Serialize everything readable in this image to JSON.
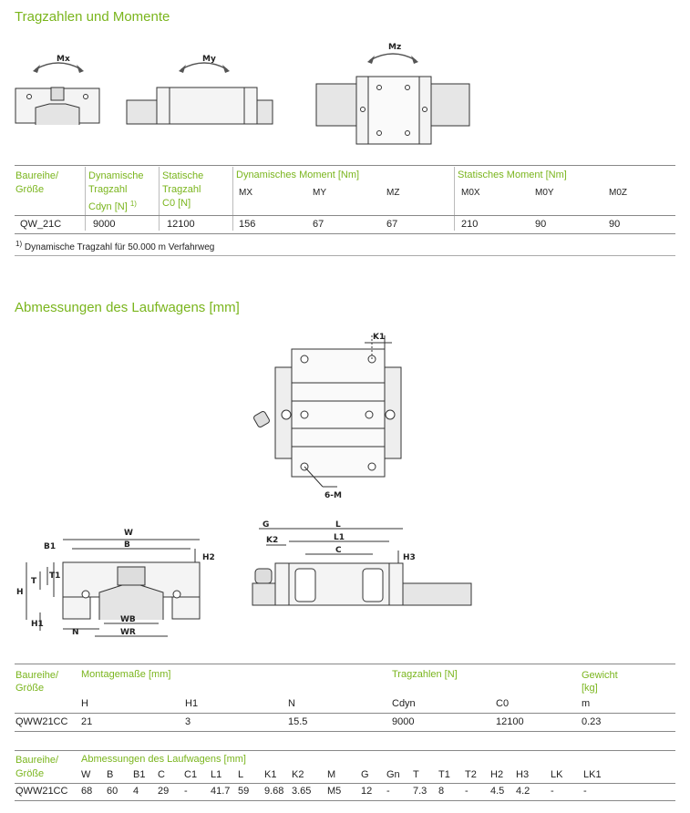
{
  "section1": {
    "title": "Tragzahlen und Momente"
  },
  "diagram1": {
    "labels": [
      "Mx",
      "My",
      "Mz"
    ]
  },
  "table1": {
    "h_series": [
      "Baureihe/",
      "Größe"
    ],
    "h_dyn": [
      "Dynamische",
      "Tragzahl",
      "Cdyn [N]",
      "1)"
    ],
    "h_stat": [
      "Statische",
      "Tragzahl",
      "C0 [N]"
    ],
    "h_dynmom": "Dynamisches Moment [Nm]",
    "h_statmom": "Statisches Moment [Nm]",
    "sub_dyn": [
      "MX",
      "MY",
      "MZ"
    ],
    "sub_stat": [
      "M0X",
      "M0Y",
      "M0Z"
    ],
    "row": [
      "QW_21C",
      "9000",
      "12100",
      "156",
      "67",
      "67",
      "210",
      "90",
      "90"
    ],
    "footnote_mark": "1)",
    "footnote": "Dynamische Tragzahl für 50.000 m Verfahrweg"
  },
  "section2": {
    "title": "Abmessungen des Laufwagens [mm]"
  },
  "diagram2": {
    "top_labels": [
      "K1",
      "6-M"
    ],
    "front_labels": [
      "W",
      "B",
      "B1",
      "H2",
      "H",
      "T",
      "T1",
      "H1",
      "N",
      "WB",
      "WR"
    ],
    "side_labels": [
      "G",
      "L",
      "K2",
      "L1",
      "C",
      "H3"
    ]
  },
  "table2": {
    "h_series": [
      "Baureihe/",
      "Größe"
    ],
    "h_mount": "Montagemaße [mm]",
    "h_load": "Tragzahlen [N]",
    "h_weight": [
      "Gewicht",
      "[kg]"
    ],
    "sub": [
      "H",
      "H1",
      "N",
      "Cdyn",
      "C0",
      "m"
    ],
    "row": [
      "QWW21CC",
      "21",
      "3",
      "15.5",
      "9000",
      "12100",
      "0.23"
    ]
  },
  "table3": {
    "h_series": [
      "Baureihe/",
      "Größe"
    ],
    "h_dim": "Abmessungen des Laufwagens [mm]",
    "cols": [
      "W",
      "B",
      "B1",
      "C",
      "C1",
      "L1",
      "L",
      "K1",
      "K2",
      "M",
      "G",
      "Gn",
      "T",
      "T1",
      "T2",
      "H2",
      "H3",
      "LK",
      "LK1"
    ],
    "row": [
      "QWW21CC",
      "68",
      "60",
      "4",
      "29",
      "-",
      "41.7",
      "59",
      "9.68",
      "3.65",
      "M5",
      "12",
      "-",
      "7.3",
      "8",
      "-",
      "4.5",
      "4.2",
      "-",
      "-"
    ]
  }
}
